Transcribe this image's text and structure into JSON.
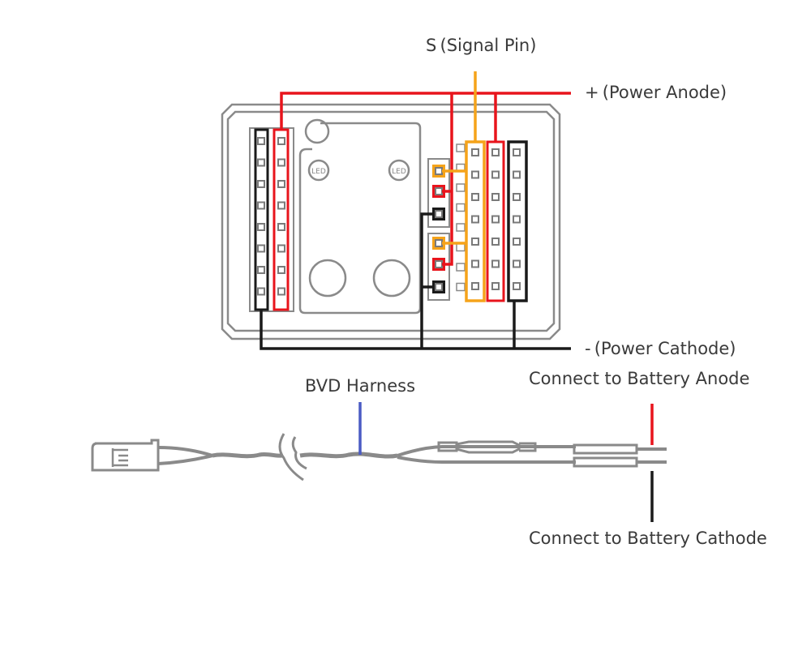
{
  "labels": {
    "signal_pin": "S (Signal Pin)",
    "power_anode": "+ (Power Anode)",
    "power_cathode": "- (Power Cathode)",
    "harness": "BVD Harness",
    "battery_anode": "Connect to Battery Anode",
    "battery_cathode": "Connect to Battery Cathode"
  },
  "board": {
    "led_text": "LED",
    "left_header_pins": 8,
    "right_header_pins": 7,
    "mid_connectors": [
      {
        "name": "connector-1",
        "pins": [
          "signal",
          "power",
          "ground"
        ]
      },
      {
        "name": "connector-2",
        "pins": [
          "signal",
          "power",
          "ground"
        ]
      }
    ]
  },
  "colors": {
    "signal": "#f5a31a",
    "power": "#e8141c",
    "ground": "#1a1a1a",
    "harness_pointer": "#4a5bc4",
    "outline": "#8a8a8a",
    "pin": "#7a7a7a",
    "text": "#3a3a3a"
  }
}
